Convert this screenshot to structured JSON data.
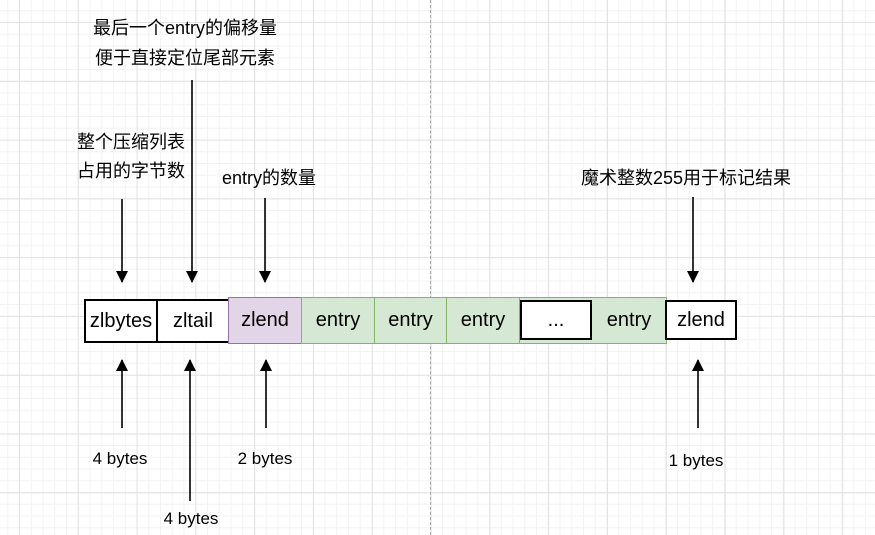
{
  "diagram": {
    "notes": {
      "zltail": {
        "line1": "最后一个entry的偏移量",
        "line2": "便于直接定位尾部元素"
      },
      "zlbytes": {
        "line1": "整个压缩列表",
        "line2": "占用的字节数"
      },
      "entry_count": {
        "text": "entry的数量"
      },
      "magic": {
        "text": "魔术整数255用于标记结果"
      }
    },
    "row": {
      "cells": [
        {
          "label": "zlbytes",
          "type": "white"
        },
        {
          "label": "zltail",
          "type": "white"
        },
        {
          "label": "zlend",
          "type": "purple"
        },
        {
          "label": "entry",
          "type": "green"
        },
        {
          "label": "entry",
          "type": "green"
        },
        {
          "label": "entry",
          "type": "green"
        },
        {
          "label": "...",
          "type": "white-inset"
        },
        {
          "label": "entry",
          "type": "green"
        },
        {
          "label": "zlend",
          "type": "white"
        }
      ]
    },
    "sizes": {
      "zlbytes": "4 bytes",
      "zltail": "4 bytes",
      "zlend_header": "2 bytes",
      "zlend_end": "1 bytes"
    },
    "colors": {
      "purple_fill": "#e1d5e7",
      "purple_stroke": "#9673a6",
      "green_fill": "#d5e8d4",
      "green_stroke": "#82b366",
      "box_stroke": "#000000",
      "arrow": "#000000",
      "grid_major": "#e1e1e1",
      "grid_minor": "#f3f3f3",
      "boundary_dash": "#a6a6a6"
    }
  }
}
